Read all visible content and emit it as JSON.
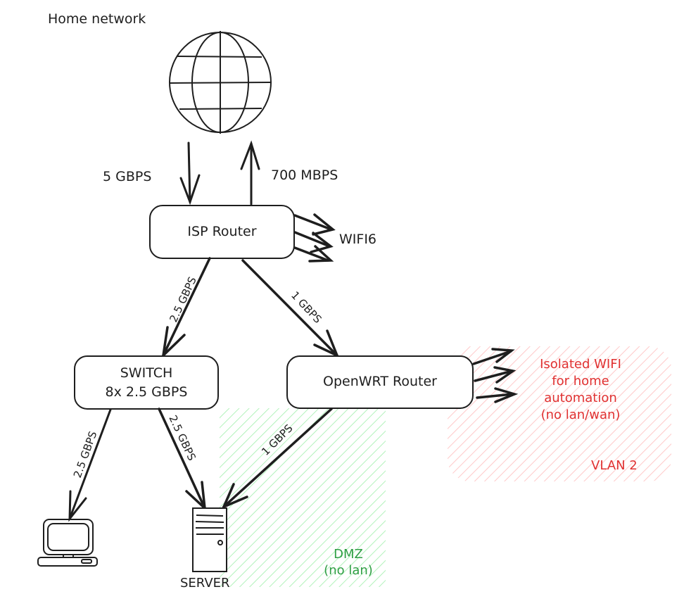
{
  "title": "Home network",
  "internet": {
    "icon": "globe-icon"
  },
  "links": {
    "downlink": "5 GBPS",
    "uplink": "700 MBPS",
    "isp_to_switch": "2.5 GBPS",
    "isp_to_openwrt": "1 GBPS",
    "switch_to_pc": "2.5 GBPS",
    "switch_to_server": "2.5 GBPS",
    "openwrt_to_server": "1 GBPS"
  },
  "nodes": {
    "isp_router": "ISP Router",
    "isp_wifi": "WIFI6",
    "switch_line1": "SWITCH",
    "switch_line2": "8x 2.5 GBPS",
    "openwrt": "OpenWRT Router",
    "server": "SERVER"
  },
  "zones": {
    "vlan": {
      "lines": [
        "Isolated WIFI",
        "for home",
        "automation",
        "(no lan/wan)"
      ],
      "label": "VLAN 2",
      "color": "#e03131",
      "fill": "#ffc9c9"
    },
    "dmz": {
      "lines": [
        "DMZ",
        "(no lan)"
      ],
      "color": "#2f9e44",
      "fill": "#b2f2bb"
    }
  },
  "stroke_color": "#1e1e1e"
}
